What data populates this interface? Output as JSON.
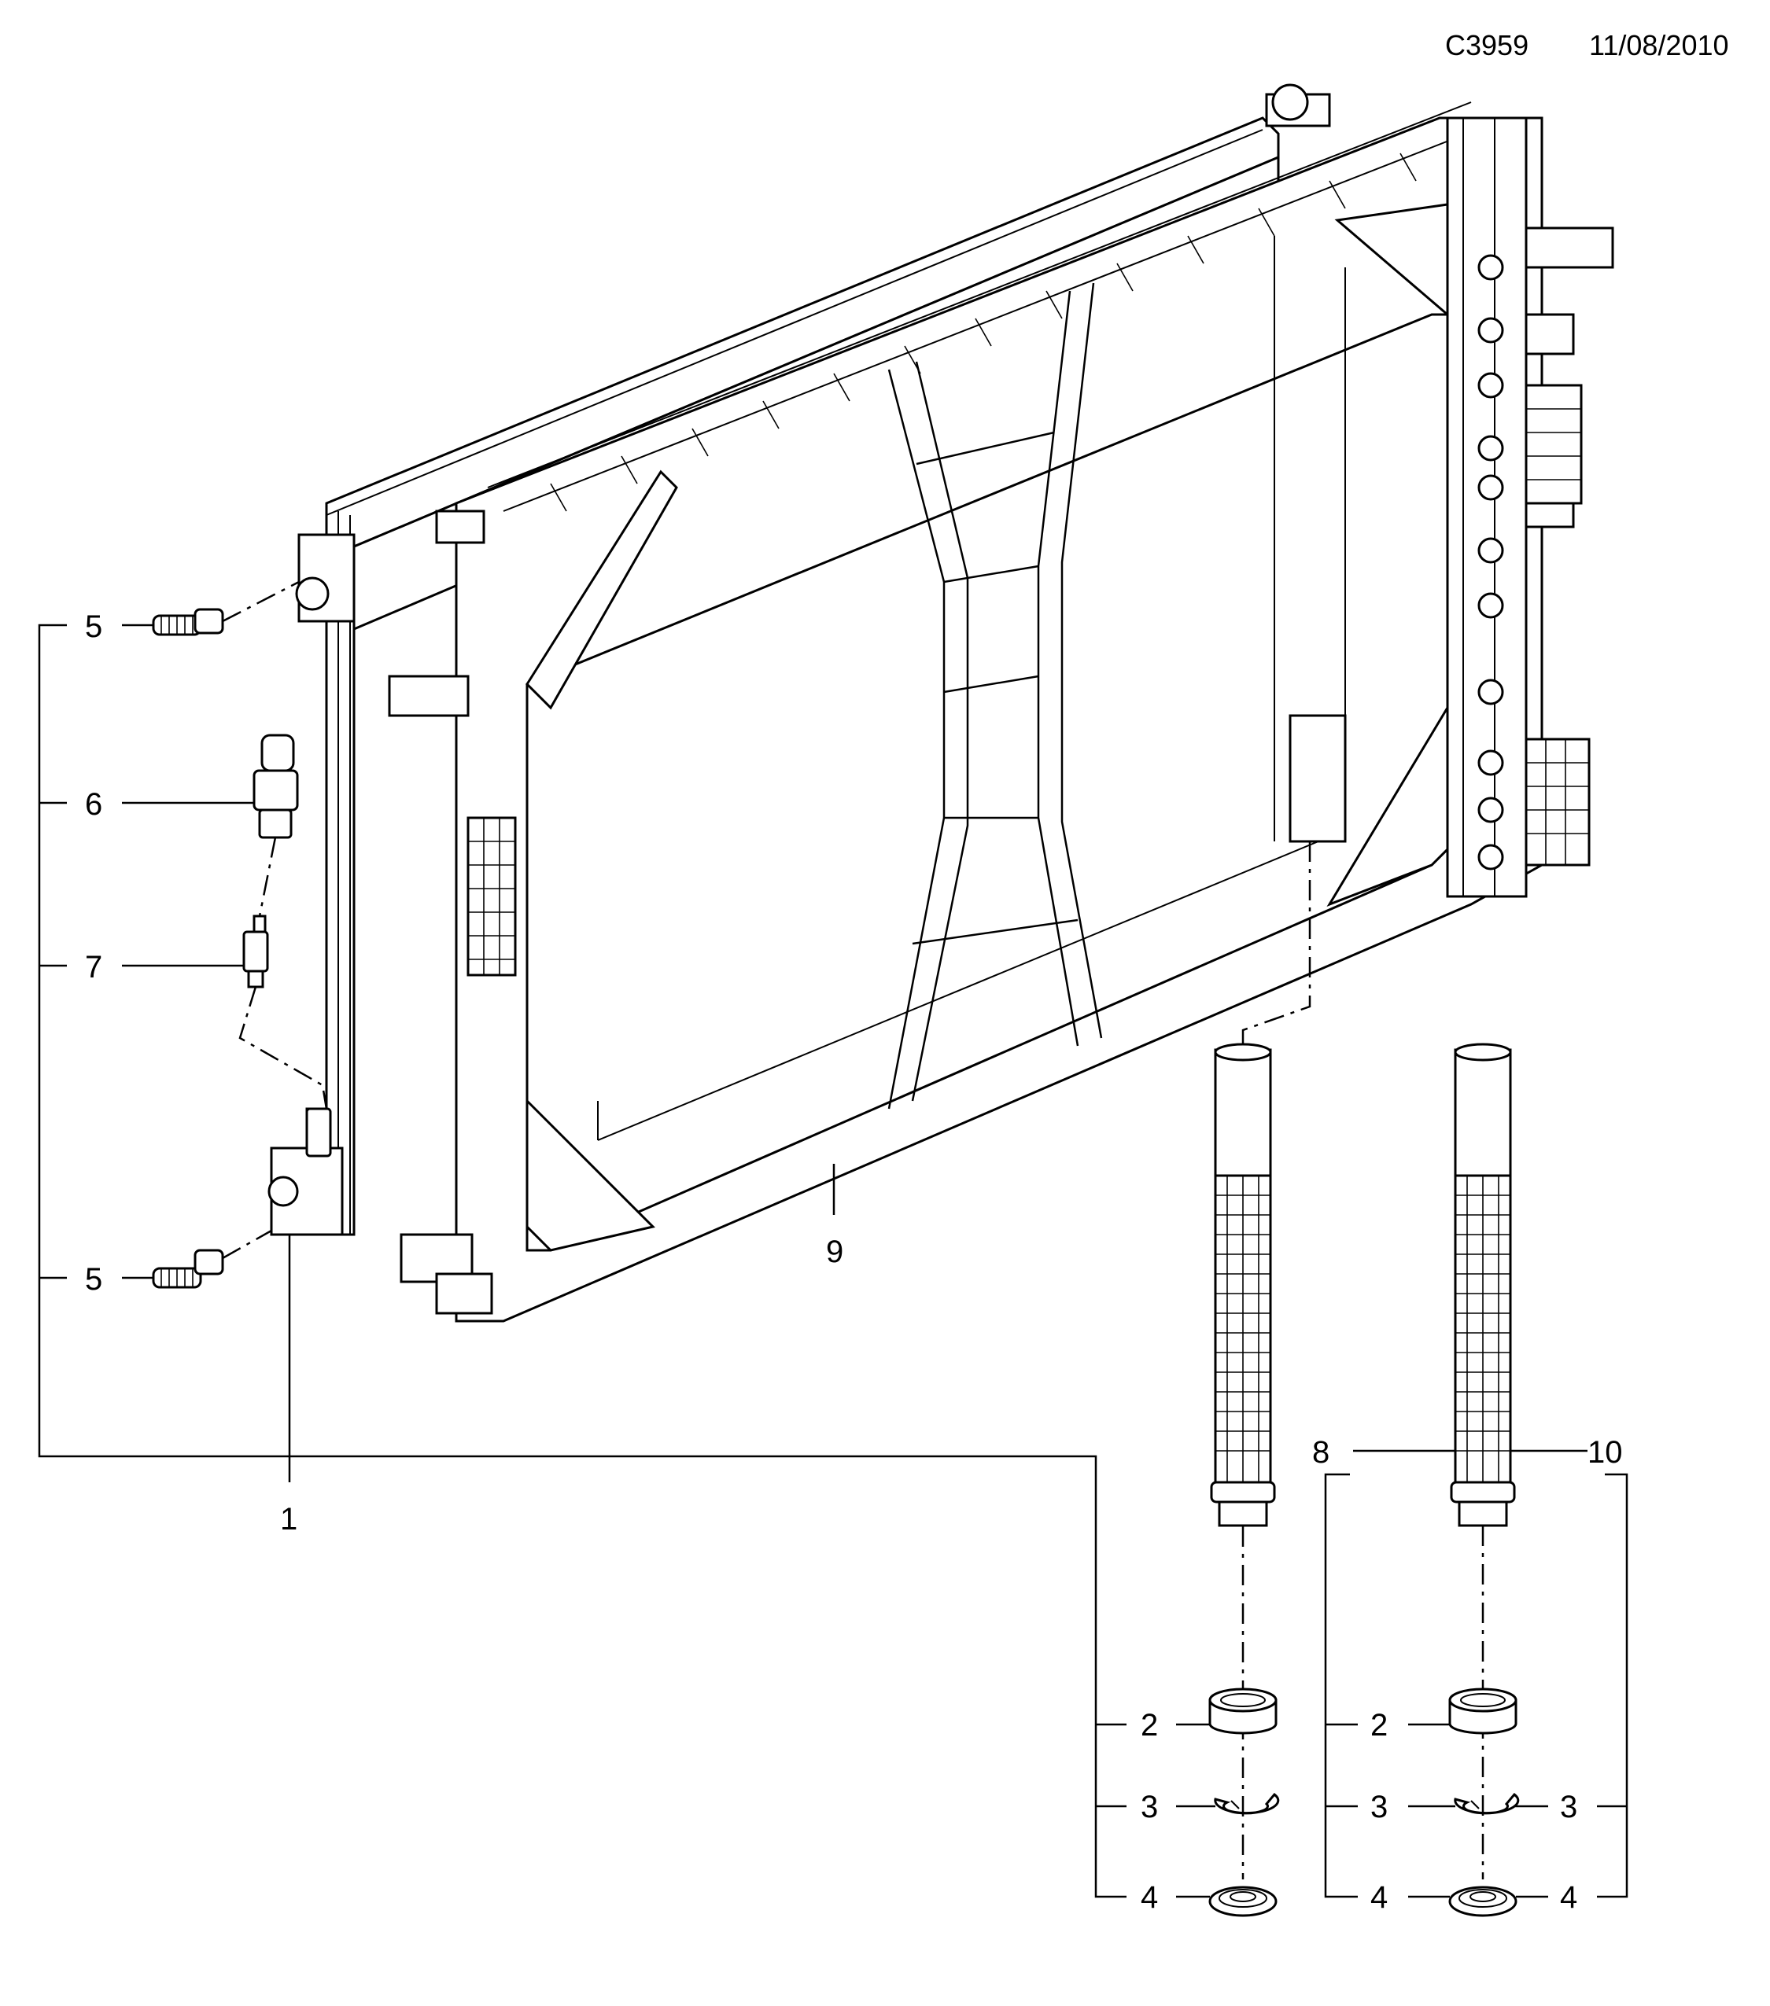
{
  "header": {
    "diagram_code": "C3959",
    "date": "11/08/2010"
  },
  "callouts": {
    "c1": "1",
    "c2a": "2",
    "c2b": "2",
    "c3a": "3",
    "c3b": "3",
    "c3c": "3",
    "c4a": "4",
    "c4b": "4",
    "c4c": "4",
    "c5a": "5",
    "c5b": "5",
    "c6": "6",
    "c7": "7",
    "c8": "8",
    "c9": "9",
    "c10": "10"
  }
}
